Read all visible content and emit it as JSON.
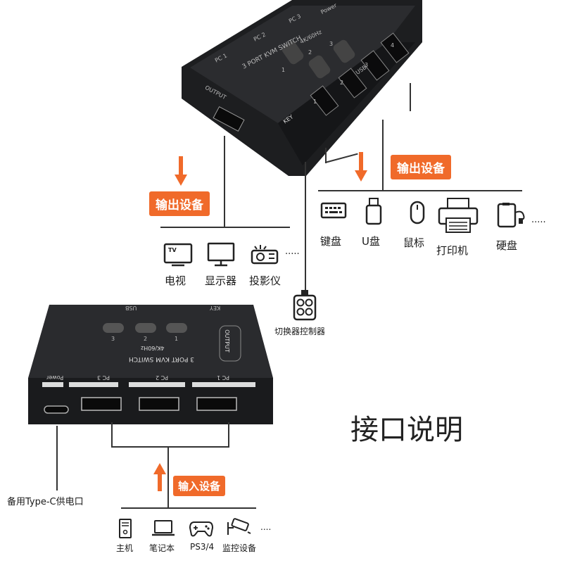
{
  "title": "接口说明",
  "device": {
    "name": "3 PORT KVM SWITCH",
    "resolution": "4K/60Hz",
    "top_pc1": "PC 1",
    "top_pc2": "PC 2",
    "top_pc3": "PC 3",
    "top_power": "Power",
    "output": "OUTPUT",
    "key": "KEY",
    "usb": "USB",
    "btn1": "1",
    "btn2": "2",
    "btn3": "3",
    "usb_n1": "1",
    "usb_n2": "2",
    "usb_n3": "3",
    "usb_n4": "4",
    "front_pc1": "PC 1",
    "front_pc2": "PC 2",
    "front_pc3": "PC 3",
    "front_power": "Power"
  },
  "output_left": {
    "badge": "输出设备",
    "items": [
      {
        "label": "电视",
        "icon": "tv-icon",
        "icon_text": "TV"
      },
      {
        "label": "显示器",
        "icon": "monitor-icon"
      },
      {
        "label": "投影仪",
        "icon": "projector-icon"
      }
    ],
    "more": "....."
  },
  "output_right": {
    "badge": "输出设备",
    "items": [
      {
        "label": "键盘",
        "icon": "keyboard-icon"
      },
      {
        "label": "U盘",
        "icon": "usb-drive-icon"
      },
      {
        "label": "鼠标",
        "icon": "mouse-icon"
      },
      {
        "label": "打印机",
        "icon": "printer-icon"
      },
      {
        "label": "硬盘",
        "icon": "hard-drive-icon"
      }
    ],
    "more": "....."
  },
  "controller": {
    "label": "切换器控制器",
    "icon": "controller-icon"
  },
  "typec": {
    "label": "备用Type-C供电口"
  },
  "input": {
    "badge": "输入设备",
    "items": [
      {
        "label": "主机",
        "icon": "desktop-pc-icon"
      },
      {
        "label": "笔记本",
        "icon": "laptop-icon"
      },
      {
        "label": "PS3/4",
        "icon": "gamepad-icon"
      },
      {
        "label": "监控设备",
        "icon": "cctv-camera-icon"
      }
    ],
    "more": "...."
  },
  "colors": {
    "accent": "#f06a2a",
    "device": "#1b1c1e"
  }
}
